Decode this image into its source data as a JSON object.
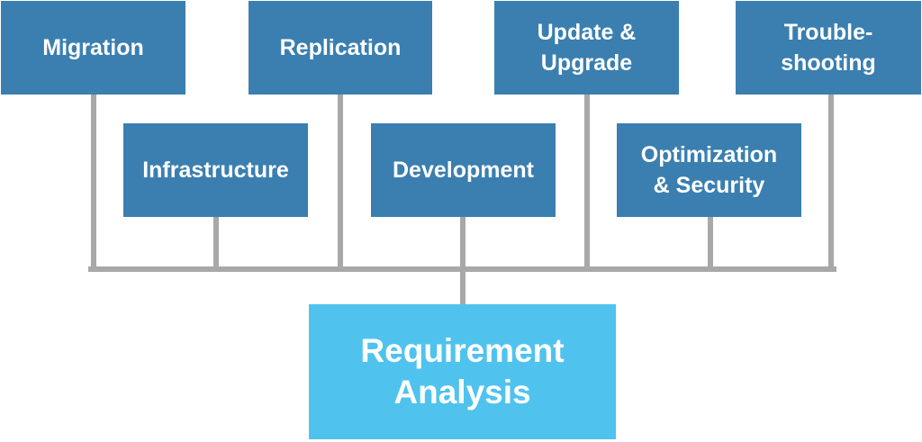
{
  "diagram": {
    "root": {
      "label": "Requirement\nAnalysis"
    },
    "branches": {
      "migration": "Migration",
      "replication": "Replication",
      "update_upgrade": "Update &\nUpgrade",
      "troubleshooting": "Trouble-\nshooting",
      "infrastructure": "Infrastructure",
      "development": "Development",
      "optimization_security": "Optimization\n& Security"
    }
  },
  "colors": {
    "branch_box": "#3a7fb0",
    "root_box": "#4fc3ee",
    "connector": "#a8a8a8",
    "text": "#ffffff"
  }
}
